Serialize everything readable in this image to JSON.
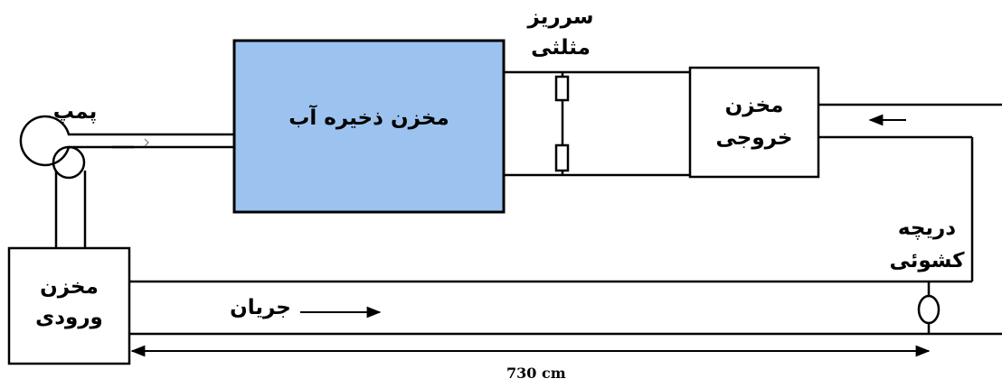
{
  "labels": {
    "storage_tank": "مخزن ذخیره آب",
    "pump": "پمپ",
    "triangular_weir_line1": "سرریز",
    "triangular_weir_line2": "مثلثی",
    "outlet_tank_line1": "مخزن",
    "outlet_tank_line2": "خروجی",
    "sluice_gate_line1": "دریچه",
    "sluice_gate_line2": "کشوئی",
    "inlet_tank_line1": "مخزن",
    "inlet_tank_line2": "ورودی",
    "flow": "جریان",
    "length": "730 cm"
  },
  "colors": {
    "storage_tank_fill": "#9cc3ef",
    "line": "#000000"
  }
}
